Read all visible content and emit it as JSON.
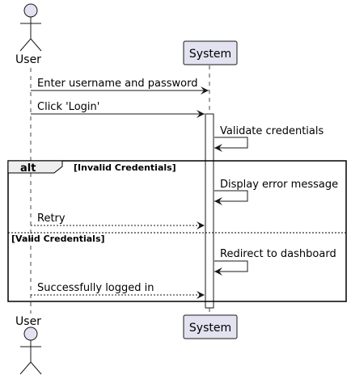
{
  "participants": {
    "user": {
      "label": "User",
      "kind": "actor"
    },
    "system": {
      "label": "System",
      "kind": "participant"
    }
  },
  "messages": [
    {
      "from": "user",
      "to": "system",
      "text": "Enter username and password",
      "style": "sync"
    },
    {
      "from": "user",
      "to": "system",
      "text": "Click 'Login'",
      "style": "sync"
    },
    {
      "from": "system",
      "to": "system",
      "text": "Validate credentials",
      "style": "self"
    },
    {
      "from": "system",
      "to": "system",
      "text": "Display error message",
      "style": "self"
    },
    {
      "from": "user",
      "to": "system",
      "text": "Retry",
      "style": "dashed"
    },
    {
      "from": "system",
      "to": "system",
      "text": "Redirect to dashboard",
      "style": "self"
    },
    {
      "from": "user",
      "to": "system",
      "text": "Successfully logged in",
      "style": "dashed"
    }
  ],
  "fragment": {
    "operator": "alt",
    "guards": [
      "[Invalid Credentials]",
      "[Valid Credentials]"
    ]
  },
  "colors": {
    "participant_fill": "#e2e2f0",
    "participant_stroke": "#181818",
    "lifeline": "#181818",
    "arrow": "#181818"
  }
}
